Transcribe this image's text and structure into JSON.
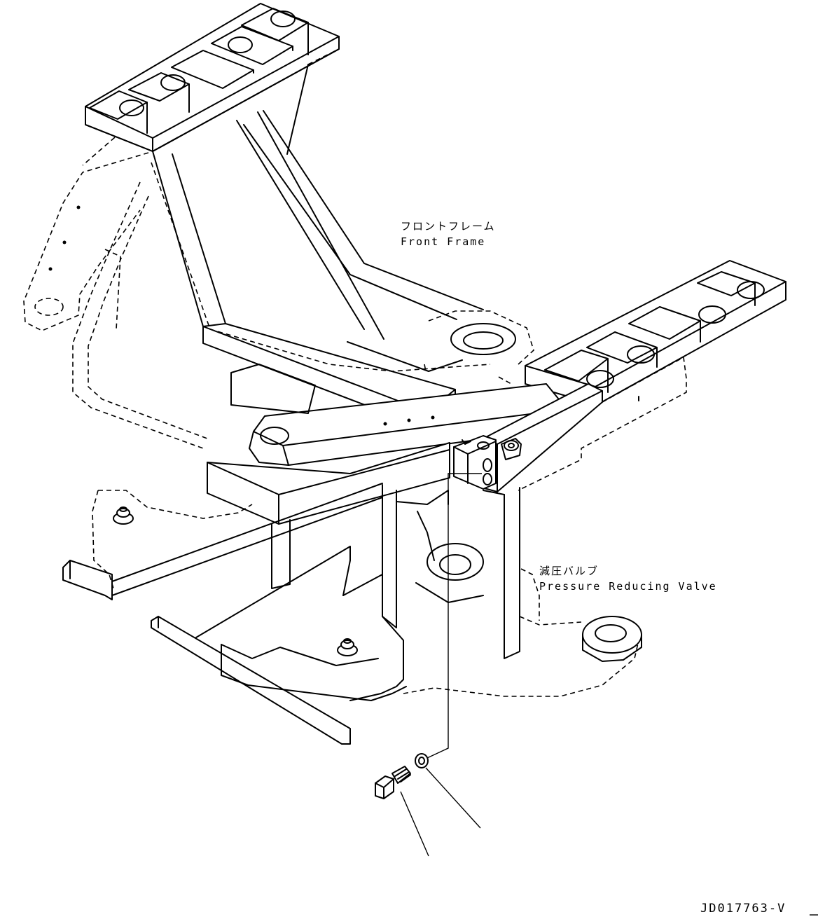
{
  "labels": {
    "front_frame_jp": "フロントフレーム",
    "front_frame_en": "Front Frame",
    "valve_jp": "減圧バルブ",
    "valve_en": "Pressure Reducing Valve",
    "drawing_number": "JD017763-V"
  }
}
